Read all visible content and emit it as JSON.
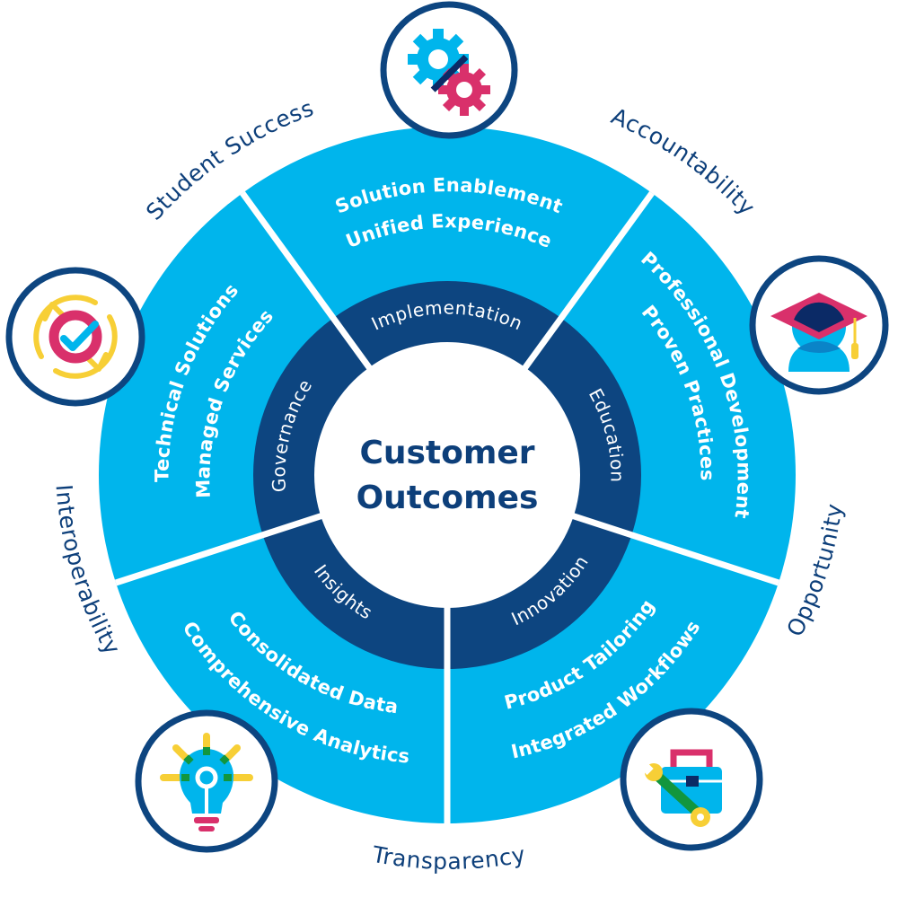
{
  "center": {
    "line1": "Customer",
    "line2": "Outcomes"
  },
  "segments": [
    {
      "ring_label": "Implementation",
      "lines": [
        "Solution Enablement",
        "Unified Experience"
      ]
    },
    {
      "ring_label": "Education",
      "lines": [
        "Professional Development",
        "Proven Practices"
      ]
    },
    {
      "ring_label": "Innovation",
      "lines": [
        "Product Tailoring",
        "Integrated Workflows"
      ]
    },
    {
      "ring_label": "Insights",
      "lines": [
        "Consolidated Data",
        "Comprehensive Analytics"
      ]
    },
    {
      "ring_label": "Governance",
      "lines": [
        "Technical Solutions",
        "Managed Services"
      ]
    }
  ],
  "outer_labels": {
    "student_success": "Student Success",
    "accountability": "Accountability",
    "opportunity": "Opportunity",
    "transparency": "Transparency",
    "interoperability": "Interoperability"
  },
  "icons": [
    "gears-icon",
    "graduation-cap-icon",
    "toolbox-icon",
    "lightbulb-icon",
    "refresh-check-icon"
  ],
  "colors": {
    "segment_blue": "#00b5ec",
    "ring_navy": "#0d4580",
    "icon_ring": "#0d4580",
    "text_navy": "#0d3f7a",
    "pink": "#d9306b",
    "yellow": "#f7cf36",
    "green": "#12963e",
    "dark_navy": "#0b2a66"
  }
}
